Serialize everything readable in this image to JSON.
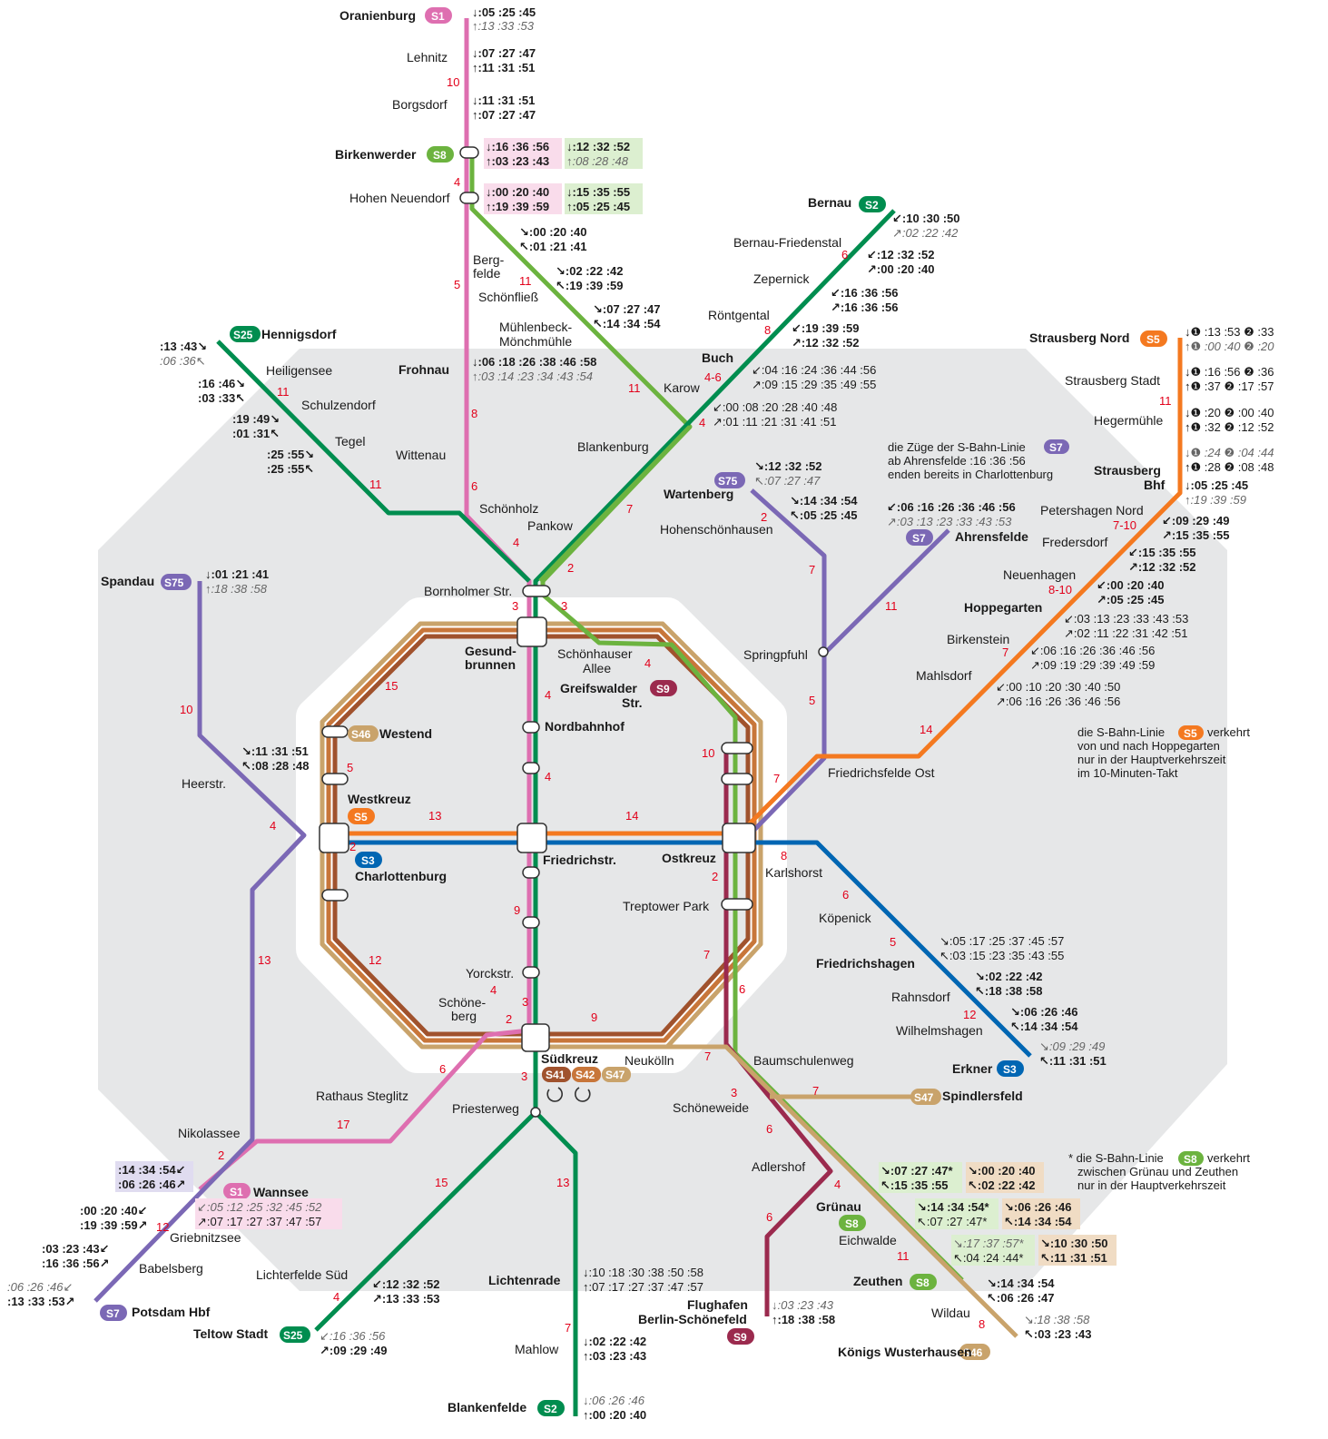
{
  "colors": {
    "S1": "#de6fb0",
    "S2": "#008d4f",
    "S25": "#008d4f",
    "S3": "#0066b3",
    "S41": "#a0522d",
    "S42": "#c8763a",
    "S46": "#c9a36b",
    "S47": "#c9a36b",
    "S5": "#f47920",
    "S7": "#7b68b5",
    "S75": "#7b68b5",
    "S8": "#6cb33f",
    "S9": "#9b2a4e",
    "marker": "#e2001a",
    "zone": "#e6e7e8"
  },
  "badges": {
    "S1": "S1",
    "S2": "S2",
    "S25": "S25",
    "S3": "S3",
    "S41": "S41",
    "S42": "S42",
    "S46": "S46",
    "S47": "S47",
    "S5": "S5",
    "S7": "S7",
    "S75": "S75",
    "S8": "S8",
    "S9": "S9"
  },
  "stations": {
    "oranienburg": "Oranienburg",
    "lehnitz": "Lehnitz",
    "borgsdorf": "Borgsdorf",
    "birkenwerder": "Birkenwerder",
    "hohen_neuendorf": "Hohen Neuendorf",
    "bergfelde_1": "Berg-",
    "bergfelde_2": "felde",
    "schoenfliess": "Schönfließ",
    "muehlenbeck_1": "Mühlenbeck-",
    "muehlenbeck_2": "Mönchmühle",
    "frohnau": "Frohnau",
    "wittenau": "Wittenau",
    "schoenholz": "Schönholz",
    "bornholmer": "Bornholmer Str.",
    "pankow": "Pankow",
    "blankenburg": "Blankenburg",
    "karow": "Karow",
    "buch": "Buch",
    "roentgental": "Röntgental",
    "zepernick": "Zepernick",
    "bernau_friedenstal": "Bernau-Friedenstal",
    "bernau": "Bernau",
    "hennigsdorf": "Hennigsdorf",
    "heiligensee": "Heiligensee",
    "schulzendorf": "Schulzendorf",
    "tegel": "Tegel",
    "gesundbrunnen_1": "Gesund-",
    "gesundbrunnen_2": "brunnen",
    "schoenhauser_1": "Schönhauser",
    "schoenhauser_2": "Allee",
    "greifswalder_1": "Greifswalder",
    "greifswalder_2": "Str.",
    "nordbahnhof": "Nordbahnhof",
    "westend": "Westend",
    "westkreuz": "Westkreuz",
    "charlottenburg": "Charlottenburg",
    "friedrichstr": "Friedrichstr.",
    "ostkreuz": "Ostkreuz",
    "treptower": "Treptower Park",
    "spandau": "Spandau",
    "heerstr": "Heerstr.",
    "wartenberg": "Wartenberg",
    "hohenschoenhausen": "Hohenschönhausen",
    "springpfuhl": "Springpfuhl",
    "ahrensfelde": "Ahrensfelde",
    "friedrichsfelde_ost": "Friedrichsfelde Ost",
    "strausberg_nord": "Strausberg Nord",
    "strausberg_stadt": "Strausberg Stadt",
    "hegermuehle": "Hegermühle",
    "strausberg_bhf_1": "Strausberg",
    "strausberg_bhf_2": "Bhf",
    "petershagen": "Petershagen Nord",
    "fredersdorf": "Fredersdorf",
    "neuenhagen": "Neuenhagen",
    "hoppegarten": "Hoppegarten",
    "birkenstein": "Birkenstein",
    "mahlsdorf": "Mahlsdorf",
    "karlshorst": "Karlshorst",
    "koepenick": "Köpenick",
    "friedrichshagen": "Friedrichshagen",
    "rahnsdorf": "Rahnsdorf",
    "wilhelmshagen": "Wilhelmshagen",
    "erkner": "Erkner",
    "yorckstr": "Yorckstr.",
    "schoeneberg_1": "Schöne-",
    "schoeneberg_2": "berg",
    "suedkreuz": "Südkreuz",
    "neukoelln": "Neukölln",
    "baumschulenweg": "Baumschulenweg",
    "schoeneweide": "Schöneweide",
    "spindlersfeld": "Spindlersfeld",
    "adlershof": "Adlershof",
    "gruenau": "Grünau",
    "eichwalde": "Eichwalde",
    "zeuthen": "Zeuthen",
    "wildau": "Wildau",
    "koenigs_wusterhausen": "Königs Wusterhausen",
    "flughafen_1": "Flughafen",
    "flughafen_2": "Berlin-Schönefeld",
    "rathaus_steglitz": "Rathaus Steglitz",
    "priesterweg": "Priesterweg",
    "nikolassee": "Nikolassee",
    "wannsee": "Wannsee",
    "griebnitzsee": "Griebnitzsee",
    "babelsberg": "Babelsberg",
    "potsdam": "Potsdam Hbf",
    "lichterfelde_sued": "Lichterfelde Süd",
    "teltow": "Teltow Stadt",
    "lichtenrade": "Lichtenrade",
    "mahlow": "Mahlow",
    "blankenfelde": "Blankenfelde"
  },
  "minutes": {
    "m10": "10",
    "m4a": "4",
    "m5a": "5",
    "m8a": "8",
    "m6a": "6",
    "m4b": "4",
    "m11a": "11",
    "m4c": "4",
    "m7a": "7",
    "m2a": "2",
    "m3a": "3",
    "m3b": "3",
    "m6b": "6",
    "m8b": "8",
    "m46": "4-6",
    "m4d": "4",
    "m11b": "11",
    "m11c": "11",
    "m4e": "4",
    "m15": "15",
    "m5b": "5",
    "m4f": "4",
    "m4g": "4",
    "m13": "13",
    "m14": "14",
    "m10b": "10",
    "m2b": "2",
    "m10c": "10",
    "m4h": "4",
    "m13b": "13",
    "m2c": "2",
    "m7b": "7",
    "m11d": "11",
    "m5c": "5",
    "m7c": "7",
    "m11e": "11",
    "m710": "7-10",
    "m810": "8-10",
    "m7d": "7",
    "m14b": "14",
    "m8c": "8",
    "m6c": "6",
    "m5d": "5",
    "m12": "12",
    "m2d": "2",
    "m7e": "7",
    "m6d": "6",
    "m9a": "9",
    "m4i": "4",
    "m3c": "3",
    "m2e": "2",
    "m9b": "9",
    "m12b": "12",
    "m6e": "6",
    "m17": "17",
    "m3d": "3",
    "m7f": "7",
    "m3e": "3",
    "m7g": "7",
    "m6f": "6",
    "m4j": "4",
    "m6g": "6",
    "m11f": "11",
    "m8d": "8",
    "m15b": "15",
    "m13c": "13",
    "m7h": "7",
    "m4k": "4",
    "m2f": "2",
    "m12c": "12"
  },
  "times": {
    "oranienburg_d": "↓:05 :25 :45",
    "oranienburg_u": "↑:13 :33 :53",
    "lehnitz_d": "↓:07 :27 :47",
    "lehnitz_u": "↑:11 :31 :51",
    "borgsdorf_d": "↓:11 :31 :51",
    "borgsdorf_u": "↑:07 :27 :47",
    "birkenwerder_s1_d": "↓:16 :36 :56",
    "birkenwerder_s1_u": "↑:03 :23 :43",
    "birkenwerder_s8_d": "↓:12 :32 :52",
    "birkenwerder_s8_u": "↑:08 :28 :48",
    "hohen_s1_d": "↓:00 :20 :40",
    "hohen_s1_u": "↑:19 :39 :59",
    "hohen_s8_d": "↓:15 :35 :55",
    "hohen_s8_u": "↑:05 :25 :45",
    "bergfelde_d": "↘:00 :20 :40",
    "bergfelde_u": "↖:01 :21 :41",
    "schoenfliess_d": "↘:02 :22 :42",
    "schoenfliess_u": "↖:19 :39 :59",
    "muehlenbeck_d": "↘:07 :27 :47",
    "muehlenbeck_u": "↖:14 :34 :54",
    "frohnau_d": "↓:06 :18 :26 :38 :46 :58",
    "frohnau_u": "↑:03 :14 :23 :34 :43 :54",
    "bernau_d": "↙:10 :30 :50",
    "bernau_u": "↗:02 :22 :42",
    "friedenstal_d": "↙:12 :32 :52",
    "friedenstal_u": "↗:00 :20 :40",
    "zepernick_d": "↙:16 :36 :56",
    "zepernick_u": "↗:16 :36 :56",
    "roentgental_d": "↙:19 :39 :59",
    "roentgental_u": "↗:12 :32 :52",
    "buch_d": "↙:04 :16 :24 :36 :44 :56",
    "buch_u": "↗:09 :15 :29 :35 :49 :55",
    "karow_d": "↙:00 :08 :20 :28 :40 :48",
    "karow_u": "↗:01 :11 :21 :31 :41 :51",
    "hennigsdorf_d": ":13 :43↘",
    "hennigsdorf_u": ":06 :36↖",
    "heiligensee_d": ":16 :46↘",
    "heiligensee_u": ":03 :33↖",
    "schulzendorf_d": ":19 :49↘",
    "schulzendorf_u": ":01 :31↖",
    "tegel_d": ":25 :55↘",
    "tegel_u": ":25 :55↖",
    "spandau_d": "↓:01 :21 :41",
    "spandau_u": "↑:18 :38 :58",
    "heerstr_d": "↘:11 :31 :51",
    "heerstr_u": "↖:08 :28 :48",
    "wartenberg_d": "↘:12 :32 :52",
    "wartenberg_u": "↖:07 :27 :47",
    "hohensch_d": "↘:14 :34 :54",
    "hohensch_u": "↖:05 :25 :45",
    "ahrensfelde_d": "↙:06 :16 :26 :36 :46 :56",
    "ahrensfelde_u": "↗:03 :13 :23 :33 :43 :53",
    "snord_d1": "↓❶ :13 :53 ❷ :33",
    "snord_u1": "↑❶ :00 :40 ❷ :20",
    "sstadt_d": "↓❶ :16 :56 ❷ :36",
    "sstadt_u": "↑❶ :37 ❷ :17 :57",
    "heger_d": "↓❶ :20 ❷ :00 :40",
    "heger_u": "↑❶ :32 ❷ :12 :52",
    "sbhf_d": "↓❶ :24 ❷ :04 :44",
    "sbhf_u": "↑❶ :28 ❷ :08 :48",
    "sbhf2_d": "↓:05 :25 :45",
    "sbhf2_u": "↑:19 :39 :59",
    "peters_d": "↙:09 :29 :49",
    "peters_u": "↗:15 :35 :55",
    "freders_d": "↙:15 :35 :55",
    "freders_u": "↗:12 :32 :52",
    "neuen_d": "↙:00 :20 :40",
    "neuen_u": "↗:05 :25 :45",
    "hoppe_d": "↙:03 :13 :23 :33 :43 :53",
    "hoppe_u": "↗:02 :11 :22 :31 :42 :51",
    "birken_d": "↙:06 :16 :26 :36 :46 :56",
    "birken_u": "↗:09 :19 :29 :39 :49 :59",
    "mahls_d": "↙:00 :10 :20 :30 :40 :50",
    "mahls_u": "↗:06 :16 :26 :36 :46 :56",
    "friedrichshagen_d": "↘:05 :17 :25 :37 :45 :57",
    "friedrichshagen_u": "↖:03 :15 :23 :35 :43 :55",
    "rahns_d": "↘:02 :22 :42",
    "rahns_u": "↖:18 :38 :58",
    "wilhelms_d": "↘:06 :26 :46",
    "wilhelms_u": "↖:14 :34 :54",
    "erkner_d": "↘:09 :29 :49",
    "erkner_u": "↖:11 :31 :51",
    "gruenau_s8_d": "↘:07 :27 :47*",
    "gruenau_s8_u": "↖:15 :35 :55",
    "gruenau_s46_d": "↘:00 :20 :40",
    "gruenau_s46_u": "↖:02 :22 :42",
    "eich_s8_d": "↘:14 :34 :54*",
    "eich_s8_u": "↖:07 :27 :47*",
    "eich_s46_d": "↘:06 :26 :46",
    "eich_s46_u": "↖:14 :34 :54",
    "zeuthen_s8_d": "↘:17 :37 :57*",
    "zeuthen_s8_u": "↖:04 :24 :44*",
    "zeuthen_s46_d": "↘:10 :30 :50",
    "zeuthen_s46_u": "↖:11 :31 :51",
    "wildau_d": "↘:14 :34 :54",
    "wildau_u": "↖:06 :26 :47",
    "kw_d": "↘:18 :38 :58",
    "kw_u": "↖:03 :23 :43",
    "flughafen_d": "↓:03 :23 :43",
    "flughafen_u": "↑:18 :38 :58",
    "nikolassee_d": ":14 :34 :54↙",
    "nikolassee_u": ":06 :26 :46↗",
    "wannsee_d": "↙:05 :12 :25 :32 :45 :52",
    "wannsee_u": "↗:07 :17 :27 :37 :47 :57",
    "griebnitz_d": ":00 :20 :40↙",
    "griebnitz_u": ":19 :39 :59↗",
    "babels_d": ":03 :23 :43↙",
    "babels_u": ":16 :36 :56↗",
    "potsdam_d": ":06 :26 :46↙",
    "potsdam_u": ":13 :33 :53↗",
    "lichterfelde_d": "↙:12 :32 :52",
    "lichterfelde_u": "↗:13 :33 :53",
    "teltow_d": "↙:16 :36 :56",
    "teltow_u": "↗:09 :29 :49",
    "lichtenrade_d": "↓:10 :18 :30 :38 :50 :58",
    "lichtenrade_u": "↑:07 :17 :27 :37 :47 :57",
    "mahlow_d": "↓:02 :22 :42",
    "mahlow_u": "↑:03 :23 :43",
    "blankenfelde_d": "↓:06 :26 :46",
    "blankenfelde_u": "↑:00 :20 :40"
  },
  "notes": {
    "s7_1": "die Züge der S-Bahn-Linie",
    "s7_2": "ab Ahrensfelde :16 :36 :56",
    "s7_3": "enden bereits in Charlottenburg",
    "s5_1": "die S-Bahn-Linie",
    "s5_2": "verkehrt",
    "s5_3": "von und nach Hoppegarten",
    "s5_4": "nur in der Hauptverkehrszeit",
    "s5_5": "im 10-Minuten-Takt",
    "s8_1": "* die S-Bahn-Linie",
    "s8_2": "verkehrt",
    "s8_3": "zwischen Grünau und Zeuthen",
    "s8_4": "nur in der Hauptverkehrszeit"
  }
}
